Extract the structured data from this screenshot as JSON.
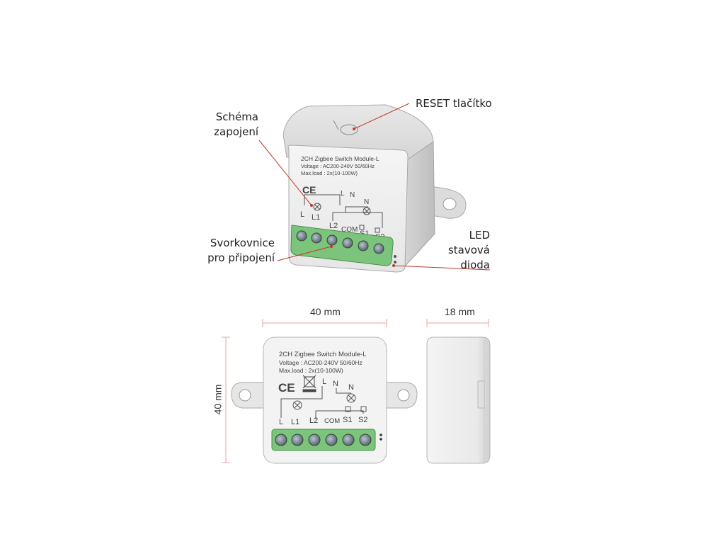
{
  "callouts": {
    "schema_line1": "Schéma",
    "schema_line2": "zapojení",
    "reset": "RESET tlačítko",
    "terminal_line1": "Svorkovnice",
    "terminal_line2": "pro připojení",
    "led_line1": "LED",
    "led_line2": "stavová",
    "led_line3": "dioda"
  },
  "dimensions": {
    "width": "40 mm",
    "height": "40 mm",
    "depth": "18 mm"
  },
  "module_label": {
    "title": "2CH Zigbee Switch Module-L",
    "voltage": "Voltage : AC200-240V 50/60Hz",
    "max_load": "Max.load : 2x(10-100W)",
    "ce": "CE",
    "terminals": [
      "L",
      "L1",
      "L2",
      "COM",
      "S1",
      "S2"
    ],
    "top_labels": [
      "L",
      "N",
      "N"
    ]
  },
  "colors": {
    "callout_line": "#c0392b",
    "dimension_line": "#f0a0a0",
    "terminal_green": "#7cc47c",
    "body": "#f2f2f2"
  }
}
